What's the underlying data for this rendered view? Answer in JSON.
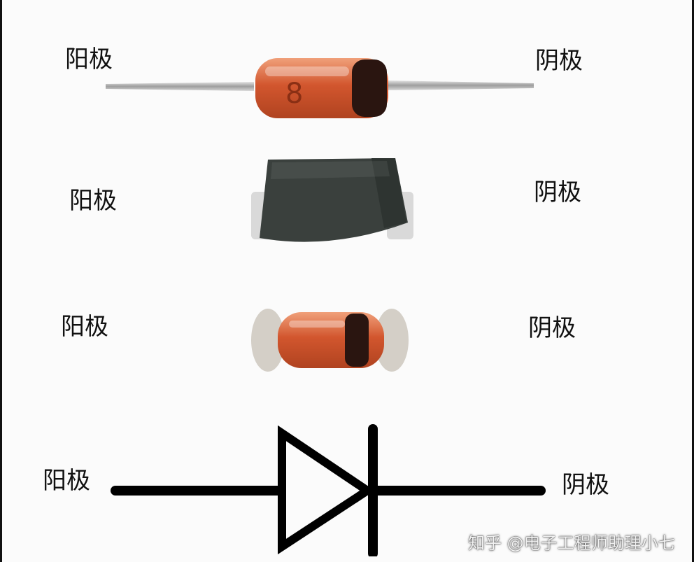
{
  "rows": [
    {
      "anode_label": "阳极",
      "cathode_label": "阴极",
      "component": "axial-glass-diode"
    },
    {
      "anode_label": "阳极",
      "cathode_label": "阴极",
      "component": "smd-diode"
    },
    {
      "anode_label": "阳极",
      "cathode_label": "阴极",
      "component": "melf-glass-diode"
    },
    {
      "anode_label": "阳极",
      "cathode_label": "阴极",
      "component": "diode-symbol"
    }
  ],
  "watermark": "知乎 @电子工程师助理小七",
  "colors": {
    "glass_body": "#d2562e",
    "cathode_band": "#2a1510",
    "smd_body": "#3a403d",
    "lead": "#b8b8b8",
    "symbol": "#000000"
  }
}
